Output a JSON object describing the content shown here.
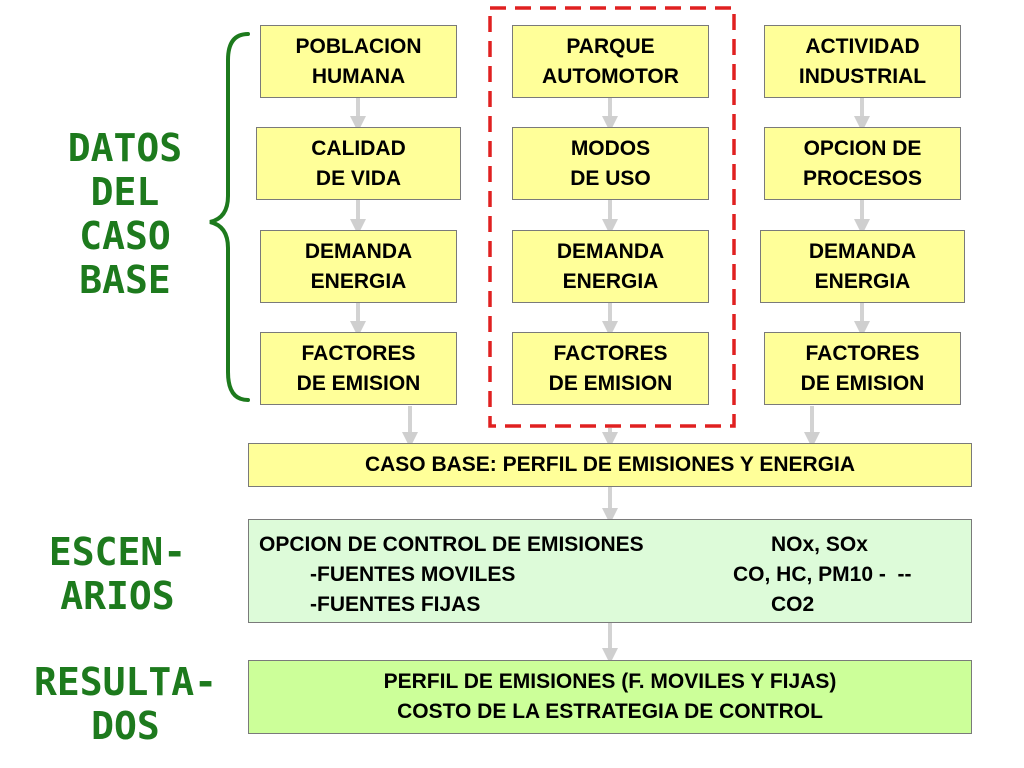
{
  "side_labels": {
    "datos": [
      "DATOS",
      "DEL",
      "CASO",
      "BASE"
    ],
    "escenarios": [
      "ESCEN-",
      "ARIOS"
    ],
    "resultados": [
      "RESULTA-",
      "DOS"
    ]
  },
  "columns": [
    {
      "boxes": [
        [
          "POBLACION",
          "HUMANA"
        ],
        [
          "CALIDAD",
          "DE VIDA"
        ],
        [
          "DEMANDA",
          "ENERGIA"
        ],
        [
          "FACTORES",
          "DE EMISION"
        ]
      ]
    },
    {
      "boxes": [
        [
          "PARQUE",
          "AUTOMOTOR"
        ],
        [
          "MODOS",
          "DE USO"
        ],
        [
          "DEMANDA",
          "ENERGIA"
        ],
        [
          "FACTORES",
          "DE EMISION"
        ]
      ]
    },
    {
      "boxes": [
        [
          "ACTIVIDAD",
          "INDUSTRIAL"
        ],
        [
          "OPCION DE",
          "PROCESOS"
        ],
        [
          "DEMANDA",
          "ENERGIA"
        ],
        [
          "FACTORES",
          "DE EMISION"
        ]
      ]
    }
  ],
  "caso_base": "CASO BASE: PERFIL DE EMISIONES Y ENERGIA",
  "control": {
    "title": "OPCION DE CONTROL DE EMISIONES",
    "pollutants_1": "NOx, SOx",
    "item_1": "-FUENTES MOVILES",
    "pollutants_2": "CO, HC, PM10 -  --",
    "item_2": "-FUENTES FIJAS",
    "pollutants_3": "CO2"
  },
  "resultado": {
    "line_1": "PERFIL DE EMISIONES (F. MOVILES Y FIJAS)",
    "line_2": "COSTO DE LA ESTRATEGIA DE CONTROL"
  },
  "colors": {
    "box_fill": "#ffff99",
    "scenario_fill": "#ddfbd9",
    "result_fill": "#ccff99",
    "label_green": "#1d7a1d",
    "highlight_red": "#e02020",
    "arrow_gray": "#d3d3d3"
  }
}
